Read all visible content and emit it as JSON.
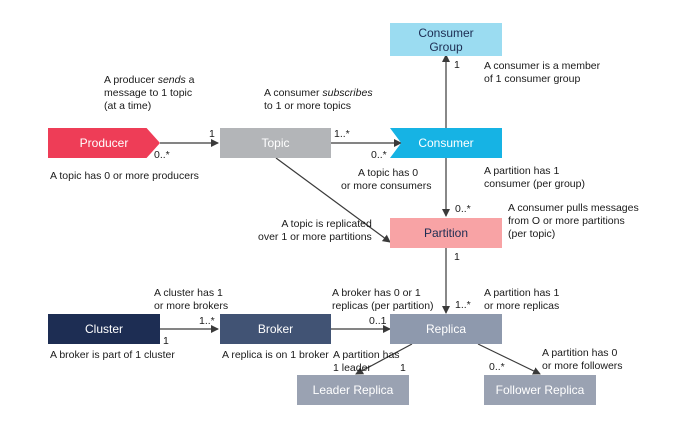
{
  "colors": {
    "producer": "#ee3d57",
    "topic": "#b3b5b8",
    "consumer": "#16b3e4",
    "consumer_group": "#9bdcf1",
    "partition": "#f8a3a5",
    "cluster": "#1d2d53",
    "broker": "#415374",
    "replica": "#8e99ad",
    "leader_replica": "#9aa2b2",
    "follower_replica": "#9aa2b2",
    "arrow": "#3a3a3a"
  },
  "entities": {
    "producer": "Producer",
    "topic": "Topic",
    "consumer": "Consumer",
    "consumer_group_line1": "Consumer",
    "consumer_group_line2": "Group",
    "partition": "Partition",
    "cluster": "Cluster",
    "broker": "Broker",
    "replica": "Replica",
    "leader_replica": "Leader Replica",
    "follower_replica": "Follower Replica"
  },
  "notes": {
    "producer_sends_1": "A producer ",
    "producer_sends_em": "sends",
    "producer_sends_2": " a",
    "producer_sends_3": "message to 1 topic",
    "producer_sends_4": "(at a time)",
    "consumer_subscribes_1": "A consumer ",
    "consumer_subscribes_em": "subscribes",
    "consumer_subscribes_2": "to 1 or more topics",
    "consumer_member_1": "A consumer is a member",
    "consumer_member_2": "of 1 consumer group",
    "topic_producers": "A topic has 0 or more producers",
    "topic_consumers_1": "A topic has 0",
    "topic_consumers_2": "or more consumers",
    "partition_consumer_1": "A partition has 1",
    "partition_consumer_2": "consumer (per group)",
    "topic_replicated_1": "A topic is replicated",
    "topic_replicated_2": "over 1 or more partitions",
    "consumer_pulls_1": "A consumer pulls messages",
    "consumer_pulls_2": "from O or more partitions",
    "consumer_pulls_3": "(per topic)",
    "cluster_brokers_1": "A cluster has  1",
    "cluster_brokers_2": "or more brokers",
    "broker_replicas_1": "A broker has  0 or 1",
    "broker_replicas_2": "replicas (per partition)",
    "partition_replicas_1": "A partition has  1",
    "partition_replicas_2": "or more replicas",
    "broker_cluster": "A broker is part of 1 cluster",
    "replica_broker": "A replica is on 1 broker",
    "partition_leader_1": "A partition has",
    "partition_leader_2": "1 leader",
    "partition_followers_1": "A partition has 0",
    "partition_followers_2": "or more followers"
  },
  "multiplicities": {
    "producer_topic_src": "0..*",
    "producer_topic_dst": "1",
    "topic_consumer_src": "1..*",
    "topic_consumer_dst": "0..*",
    "consumer_group": "1",
    "consumer_partition": "0..*",
    "partition_replica_src": "1",
    "partition_replica_dst": "1..*",
    "cluster_broker_dst": "1..*",
    "cluster_broker_src": "1",
    "broker_replica": "0..1",
    "replica_leader": "1",
    "replica_follower": "0..*"
  }
}
